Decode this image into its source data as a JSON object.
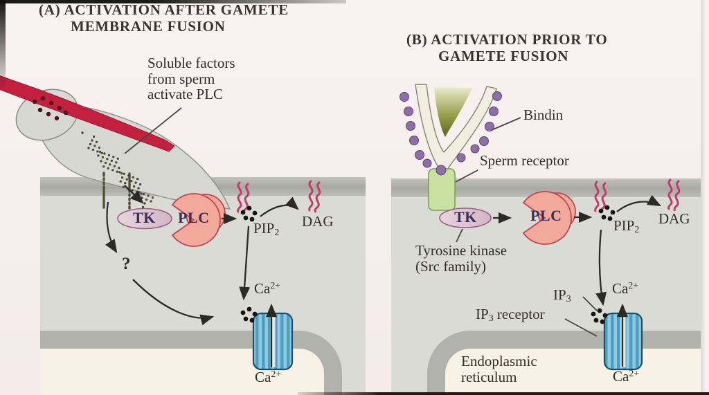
{
  "figure": {
    "type": "textbook pathway diagram",
    "topic": "egg activation at fertilization"
  },
  "panel_a": {
    "title_line1": "(A) ACTIVATION AFTER GAMETE",
    "title_line2": "MEMBRANE FUSION",
    "annotation_line1": "Soluble factors",
    "annotation_line2": "from sperm",
    "annotation_line3": "activate PLC",
    "question_mark": "?",
    "tk": "TK",
    "plc": "PLC",
    "pip2": {
      "base": "PIP",
      "sub": "2"
    },
    "dag": "DAG",
    "ca_top": {
      "base": "Ca",
      "sup": "2+"
    },
    "ca_bottom": {
      "base": "Ca",
      "sup": "2+"
    }
  },
  "panel_b": {
    "title_line1": "(B) ACTIVATION PRIOR TO",
    "title_line2": "GAMETE FUSION",
    "bindin_label": "Bindin",
    "sperm_receptor_label": "Sperm receptor",
    "tk": "TK",
    "plc": "PLC",
    "tyrosine_line1": "Tyrosine kinase",
    "tyrosine_line2": "(Src family)",
    "pip2": {
      "base": "PIP",
      "sub": "2"
    },
    "dag": "DAG",
    "ip3": {
      "base": "IP",
      "sub": "3"
    },
    "ip3_receptor": {
      "base": "IP",
      "sub": "3",
      "rest": " receptor"
    },
    "er_line1": "Endoplasmic",
    "er_line2": "reticulum",
    "ca_top": {
      "base": "Ca",
      "sup": "2+"
    },
    "ca_bottom": {
      "base": "Ca",
      "sup": "2+"
    }
  },
  "colors": {
    "sperm_red": "#c32040",
    "cytoplasm_gray": "#dbdbd5",
    "membrane_gray": "#b2b2ac",
    "er_lumen": "#f7f1e6",
    "channel_blue": "#4e9cc0",
    "receptor_green": "#c9e2a3",
    "bindin_purple": "#8d6fa5",
    "enzyme_pink": "#f3a89c",
    "tk_lavender": "#dcc2d3",
    "lipid_magenta": "#c23a6a"
  }
}
